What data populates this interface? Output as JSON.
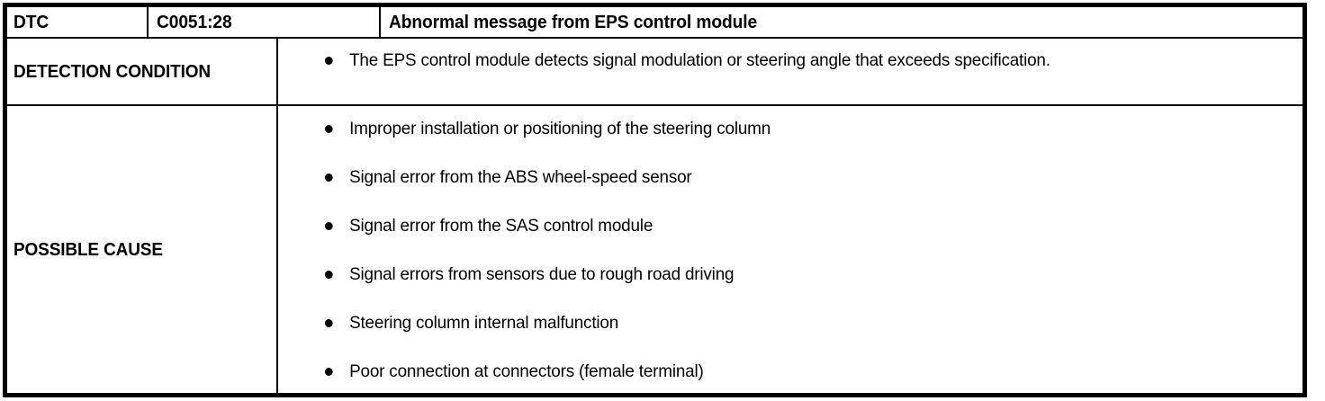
{
  "table": {
    "dtc_row": {
      "label": "DTC",
      "code": "C0051:28",
      "description": "Abnormal message from EPS control module"
    },
    "detection_condition": {
      "label": "DETECTION CONDITION",
      "items": [
        "The EPS control module detects signal modulation or steering angle that exceeds specification."
      ]
    },
    "possible_cause": {
      "label": "POSSIBLE CAUSE",
      "items": [
        "Improper installation or positioning of the steering column",
        "Signal error from the ABS wheel-speed sensor",
        "Signal error from the SAS control module",
        "Signal errors from sensors due to rough road driving",
        "Steering column internal malfunction",
        "Poor connection at connectors (female terminal)"
      ]
    }
  },
  "colors": {
    "border": "#000000",
    "text": "#000000",
    "background": "#ffffff"
  }
}
